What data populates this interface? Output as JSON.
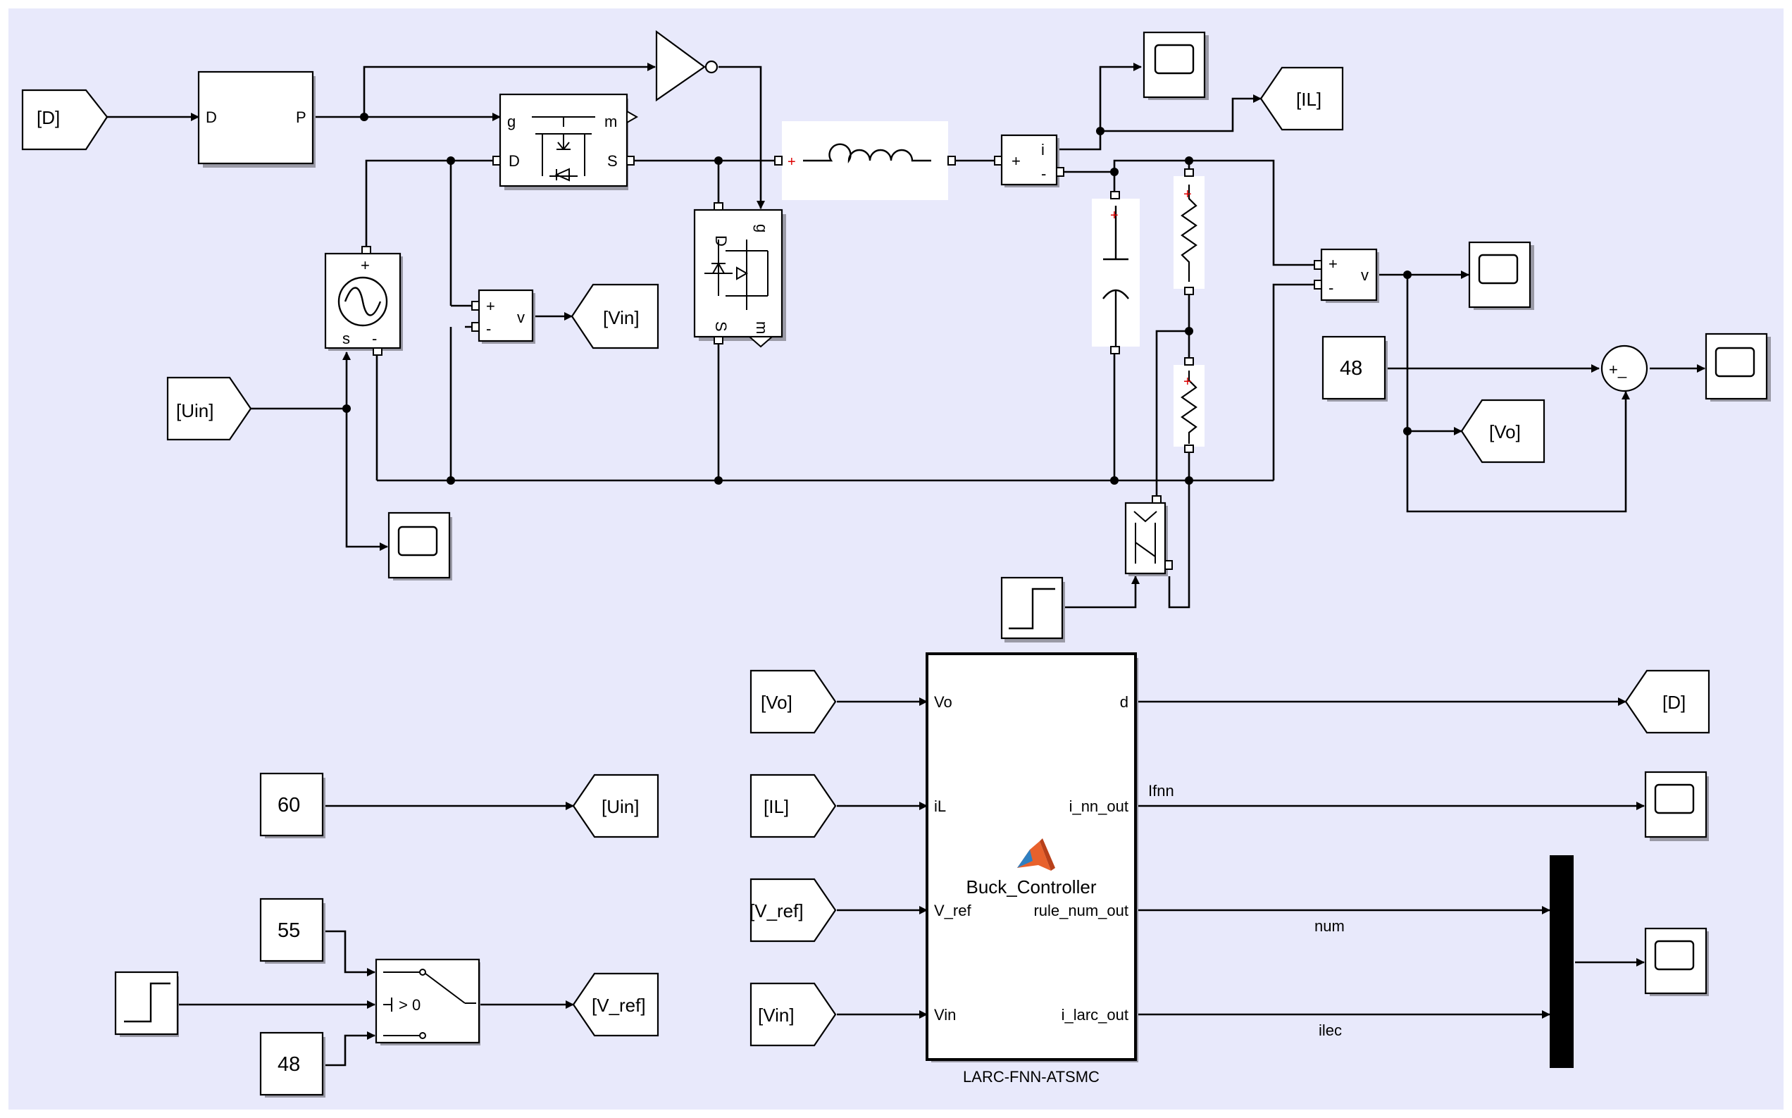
{
  "goto_from": {
    "D_in": "[D]",
    "IL_out": "[IL]",
    "Vin_out": "[Vin]",
    "Uin_in": "[Uin]",
    "Vo_out": "[Vo]",
    "Vo_in": "[Vo]",
    "IL_in": "[IL]",
    "Vref_in": "[V_ref]",
    "Vin_in": "[Vin]",
    "D_out": "[D]",
    "Uin_out": "[Uin]",
    "Vref_out": "[V_ref]"
  },
  "constants": {
    "c48_top": "48",
    "c60": "60",
    "c55": "55",
    "c48_bottom": "48"
  },
  "pwm": {
    "in": "D",
    "out": "P"
  },
  "mosfet": {
    "g": "g",
    "m": "m",
    "d": "D",
    "s": "S"
  },
  "mosfet2": {
    "d": "D",
    "g": "g",
    "s": "S",
    "m": "m"
  },
  "sensors": {
    "v": "v",
    "i": "i",
    "plus": "+",
    "minus": "-"
  },
  "ac_source": {
    "plus": "+",
    "s": "s",
    "minus": "-"
  },
  "sum": {
    "signs": "+_"
  },
  "switch_block": {
    "label": "> 0"
  },
  "controller": {
    "name": "Buck_Controller",
    "subtitle": "LARC-FNN-ATSMC",
    "inputs": [
      "Vo",
      "iL",
      "V_ref",
      "Vin"
    ],
    "outputs": [
      "d",
      "i_nn_out",
      "rule_num_out",
      "i_larc_out"
    ]
  },
  "signal_labels": {
    "ifnn": "Ifnn",
    "num": "num",
    "ilec": "ilec"
  },
  "colors": {
    "canvas": "#e8e9fb",
    "line": "#000000",
    "block": "#ffffff",
    "matlab_icon": "#e8612c"
  }
}
